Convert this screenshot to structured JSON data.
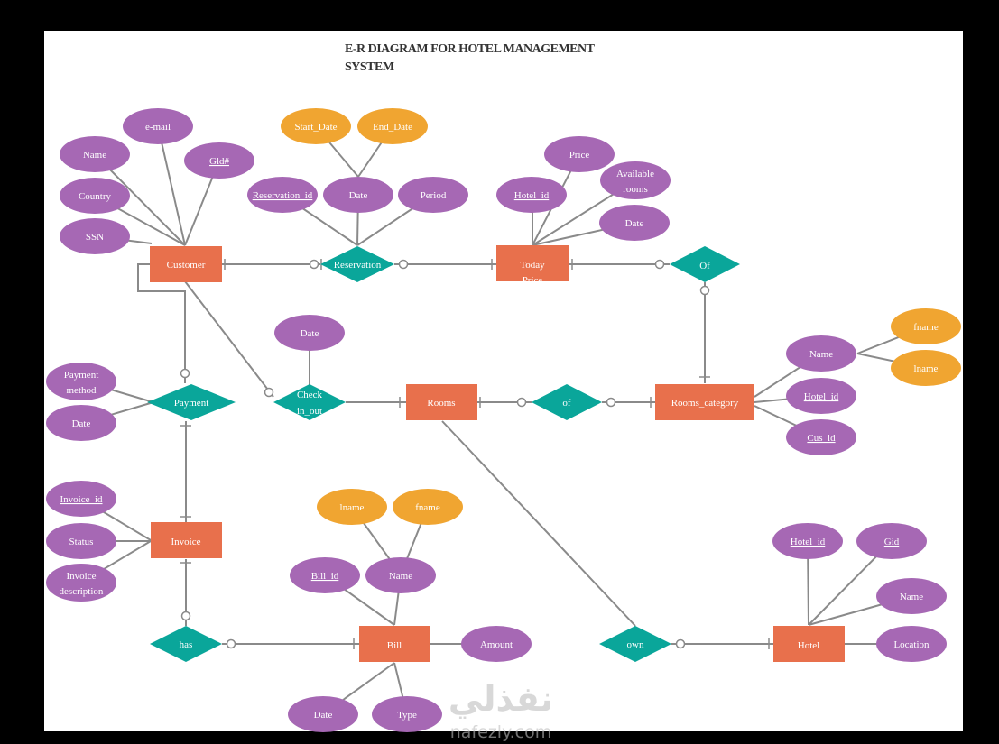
{
  "title_line1": "E-R DIAGRAM FOR HOTEL MANAGEMENT",
  "title_line2": "SYSTEM",
  "watermark_arabic": "نفذلي",
  "watermark_latin": "nafezly.com",
  "colors": {
    "entity": "#e8704c",
    "attribute": "#a668b4",
    "composite_part": "#f0a531",
    "relationship": "#0aa69a",
    "line": "#8a8a8a"
  },
  "entities": {
    "customer": "Customer",
    "today_price_1": "Today",
    "today_price_2": "Price",
    "rooms": "Rooms",
    "rooms_category": "Rooms_category",
    "invoice": "Invoice",
    "bill": "Bill",
    "hotel": "Hotel"
  },
  "relationships": {
    "reservation": "Reservation",
    "of_top": "Of",
    "payment": "Payment",
    "check_in_out_1": "Check",
    "check_in_out_2": "in_out",
    "of_mid": "of",
    "has": "has",
    "own": "own"
  },
  "attributes": {
    "customer_email": "e-mail",
    "customer_name": "Name",
    "customer_gid": "Gld#",
    "customer_country": "Country",
    "customer_ssn": "SSN",
    "reservation_start": "Start_Date",
    "reservation_end": "End_Date",
    "reservation_id": "Reservation_id",
    "reservation_date": "Date",
    "reservation_period": "Period",
    "price_price": "Price",
    "price_available_1": "Available",
    "price_available_2": "rooms",
    "price_hotel_id": "Hotel_id",
    "price_date": "Date",
    "checkin_date": "Date",
    "payment_method_1": "Payment",
    "payment_method_2": "method",
    "payment_date": "Date",
    "category_name": "Name",
    "category_fname": "fname",
    "category_lname": "lname",
    "category_hotel_id": "Hotel_id",
    "category_cus_id": "Cus_id",
    "invoice_id": "Invoice_id",
    "invoice_status": "Status",
    "invoice_desc_1": "Invoice",
    "invoice_desc_2": "description",
    "bill_lname": "lname",
    "bill_fname": "fname",
    "bill_id": "Bill_id",
    "bill_name": "Name",
    "bill_amount": "Amount",
    "bill_date": "Date",
    "bill_type": "Type",
    "hotel_id": "Hotel_id",
    "hotel_gid": "Gid",
    "hotel_name": "Name",
    "hotel_location": "Location"
  }
}
